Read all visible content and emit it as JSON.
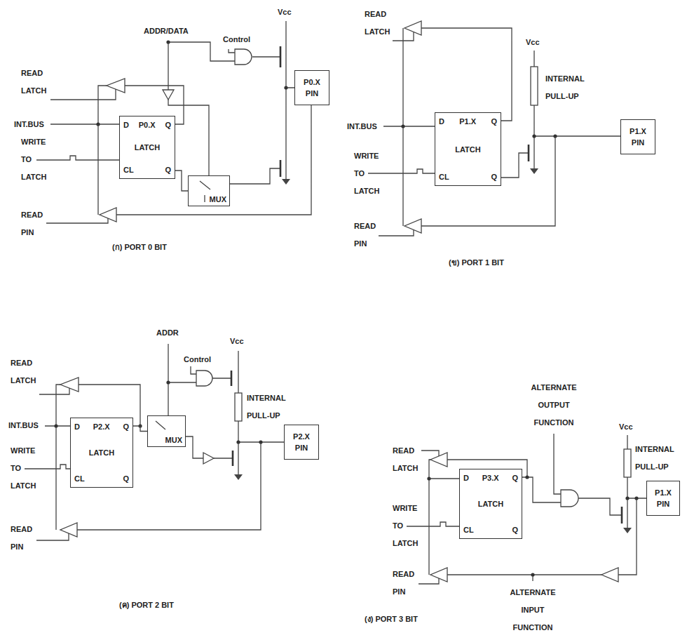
{
  "diagram": {
    "nodes": [
      {
        "text": [
          "D",
          "P0.X",
          "Q",
          "LATCH",
          "CL",
          "Q"
        ]
      },
      {
        "text": [
          "MUX"
        ]
      },
      {
        "text": [
          "P0.X",
          "PIN"
        ]
      },
      {
        "text": [
          "D",
          "P1.X",
          "Q",
          "LATCH",
          "CL",
          "Q"
        ]
      },
      {
        "text": [
          "P1.X",
          "PIN"
        ]
      },
      {
        "text": [
          "D",
          "P2.X",
          "Q",
          "LATCH",
          "CL",
          "Q"
        ]
      },
      {
        "text": [
          "MUX"
        ]
      },
      {
        "text": [
          "P2.X",
          "PIN"
        ]
      },
      {
        "text": [
          "D",
          "P3.X",
          "Q",
          "LATCH",
          "CL",
          "Q"
        ]
      },
      {
        "text": [
          "P1.X",
          "PIN"
        ]
      }
    ],
    "edges": [
      {
        "from": 0,
        "to": 1,
        "arrow": "none"
      },
      {
        "from": 5,
        "to": 6,
        "arrow": "none"
      }
    ],
    "labels": [
      "Vcc",
      "ADDR/DATA",
      "Control",
      "READ LATCH",
      "INT.BUS",
      "WRITE TO LATCH",
      "READ PIN",
      "(ก) PORT 0 BIT",
      "READ LATCH",
      "Vcc",
      "INTERNAL PULL-UP",
      "INT.BUS",
      "WRITE TO LATCH",
      "READ PIN",
      "(ข) PORT 1 BIT",
      "ADDR",
      "Vcc",
      "Control",
      "INTERNAL PULL-UP",
      "READ LATCH",
      "INT.BUS",
      "WRITE TO LATCH",
      "READ PIN",
      "(ค) PORT 2 BIT",
      "ALTERNATE OUTPUT FUNCTION",
      "Vcc",
      "INTERNAL PULL-UP",
      "READ LATCH",
      "WRITE TO LATCH",
      "READ PIN",
      "ALTERNATE INPUT FUNCTION",
      "(ง) PORT 3 BIT"
    ]
  }
}
